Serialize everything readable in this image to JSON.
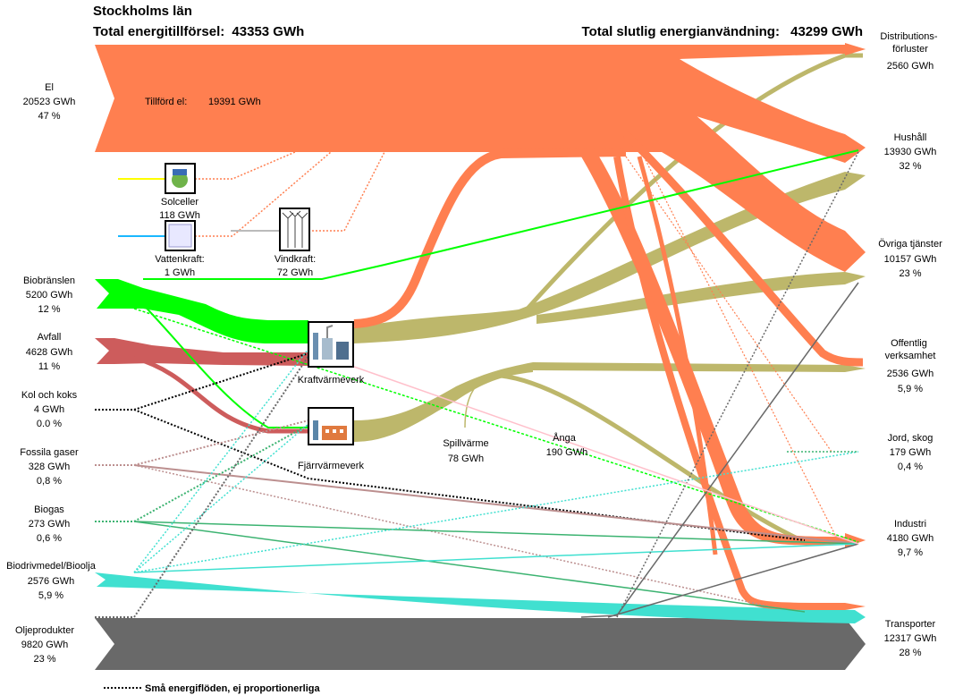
{
  "chart_data": {
    "type": "sankey",
    "region": "Stockholms län",
    "supply_title_label": "Total energitillförsel:",
    "supply_total": "43353 GWh",
    "use_title_label": "Total slutlig energianvändning:",
    "use_total": "43299 GWh",
    "footnote": "Små energiflöden, ej proportionerliga",
    "sources": [
      {
        "id": "el",
        "label": "El",
        "value": "20523 GWh",
        "pct": "47 %",
        "color": "#ff7f50"
      },
      {
        "id": "bio",
        "label": "Biobränslen",
        "value": "5200 GWh",
        "pct": "12 %",
        "color": "#00ff00"
      },
      {
        "id": "avfall",
        "label": "Avfall",
        "value": "4628 GWh",
        "pct": "11 %",
        "color": "#cd5c5c"
      },
      {
        "id": "kol",
        "label": "Kol och koks",
        "value": "4 GWh",
        "pct": "0.0 %",
        "color": "#000000"
      },
      {
        "id": "gas",
        "label": "Fossila gaser",
        "value": "328 GWh",
        "pct": "0,8 %",
        "color": "#bc8f8f"
      },
      {
        "id": "biogas",
        "label": "Biogas",
        "value": "273 GWh",
        "pct": "0,6 %",
        "color": "#3cb371"
      },
      {
        "id": "biodriv",
        "label": "Biodrivmedel/Bioolja",
        "value": "2576 GWh",
        "pct": "5,9 %",
        "color": "#40e0d0"
      },
      {
        "id": "olja",
        "label": "Oljeprodukter",
        "value": "9820 GWh",
        "pct": "23 %",
        "color": "#696969"
      }
    ],
    "sinks": [
      {
        "id": "dist",
        "label": "Distributions-\nförluster",
        "value": "2560 GWh",
        "pct": ""
      },
      {
        "id": "hushall",
        "label": "Hushåll",
        "value": "13930 GWh",
        "pct": "32 %"
      },
      {
        "id": "ovriga",
        "label": "Övriga tjänster",
        "value": "10157 GWh",
        "pct": "23 %"
      },
      {
        "id": "offentlig",
        "label": "Offentlig\nverksamhet",
        "value": "2536 GWh",
        "pct": "5,9 %"
      },
      {
        "id": "jord",
        "label": "Jord, skog",
        "value": "179 GWh",
        "pct": "0,4 %"
      },
      {
        "id": "industri",
        "label": "Industri",
        "value": "4180 GWh",
        "pct": "9,7 %"
      },
      {
        "id": "transport",
        "label": "Transporter",
        "value": "12317 GWh",
        "pct": "28 %"
      }
    ],
    "intermediates": [
      {
        "id": "tillford",
        "label": "Tillförd el:",
        "value": "19391 GWh"
      },
      {
        "id": "solceller",
        "label": "Solceller",
        "value": "118 GWh"
      },
      {
        "id": "vattenkraft",
        "label": "Vattenkraft:",
        "value": "1 GWh"
      },
      {
        "id": "vindkraft",
        "label": "Vindkraft:",
        "value": "72 GWh"
      },
      {
        "id": "kraftvarme",
        "label": "Kraftvärmeverk",
        "value": ""
      },
      {
        "id": "fjarrvarme",
        "label": "Fjärrvärmeverk",
        "value": ""
      },
      {
        "id": "spillvarme",
        "label": "Spillvärme",
        "value": "78 GWh"
      },
      {
        "id": "anga",
        "label": "Ånga",
        "value": "190 GWh"
      }
    ],
    "colors": {
      "el": "#ff7f50",
      "heat": "#bdb76b",
      "bio": "#00ff00",
      "avfall": "#cd5c5c",
      "biodriv": "#40e0d0",
      "olja": "#696969"
    }
  }
}
